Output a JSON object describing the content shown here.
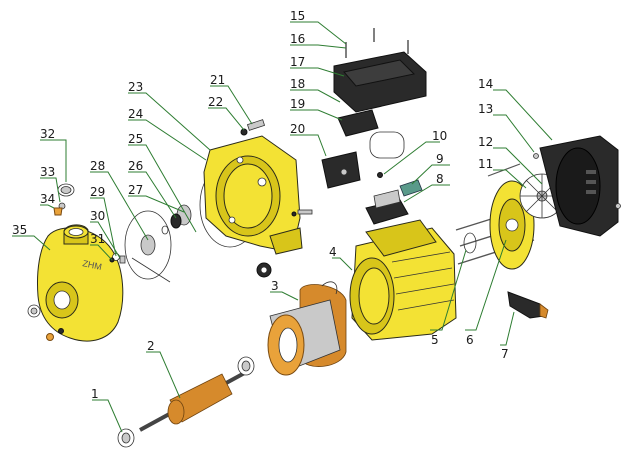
{
  "brand_text": "ZHM",
  "colors": {
    "body": "#f3e234",
    "leader": "#2e7d32",
    "label": "#1a1a1a",
    "stator": "#e9a23a"
  },
  "parts": [
    {
      "n": "1"
    },
    {
      "n": "2"
    },
    {
      "n": "3"
    },
    {
      "n": "4"
    },
    {
      "n": "5"
    },
    {
      "n": "6"
    },
    {
      "n": "7"
    },
    {
      "n": "8"
    },
    {
      "n": "9"
    },
    {
      "n": "10"
    },
    {
      "n": "11"
    },
    {
      "n": "12"
    },
    {
      "n": "13"
    },
    {
      "n": "14"
    },
    {
      "n": "15"
    },
    {
      "n": "16"
    },
    {
      "n": "17"
    },
    {
      "n": "18"
    },
    {
      "n": "19"
    },
    {
      "n": "20"
    },
    {
      "n": "21"
    },
    {
      "n": "22"
    },
    {
      "n": "23"
    },
    {
      "n": "24"
    },
    {
      "n": "25"
    },
    {
      "n": "26"
    },
    {
      "n": "27"
    },
    {
      "n": "28"
    },
    {
      "n": "29"
    },
    {
      "n": "30"
    },
    {
      "n": "31"
    },
    {
      "n": "32"
    },
    {
      "n": "33"
    },
    {
      "n": "34"
    },
    {
      "n": "35"
    }
  ]
}
